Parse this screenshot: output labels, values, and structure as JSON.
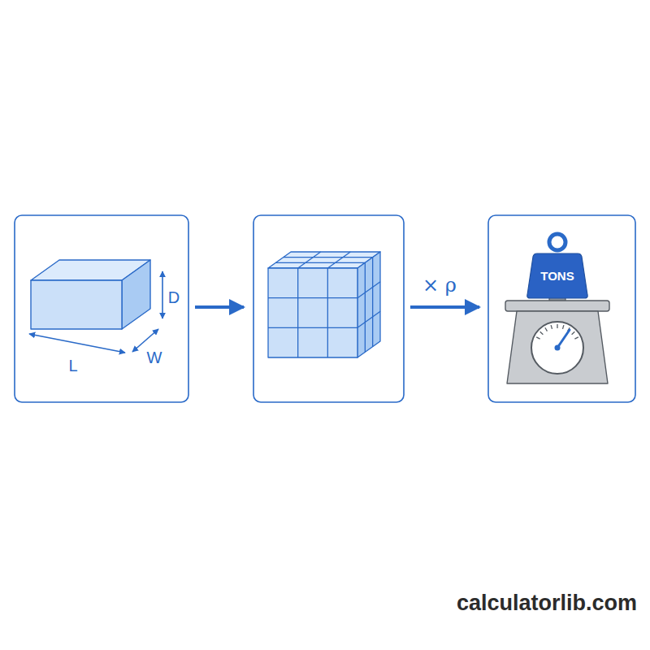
{
  "diagram": {
    "nodes": [
      {
        "text": [
          "TONS"
        ]
      }
    ],
    "labels": [
      "D",
      "L",
      "W",
      "× ρ",
      "calculatorlib.com"
    ]
  }
}
